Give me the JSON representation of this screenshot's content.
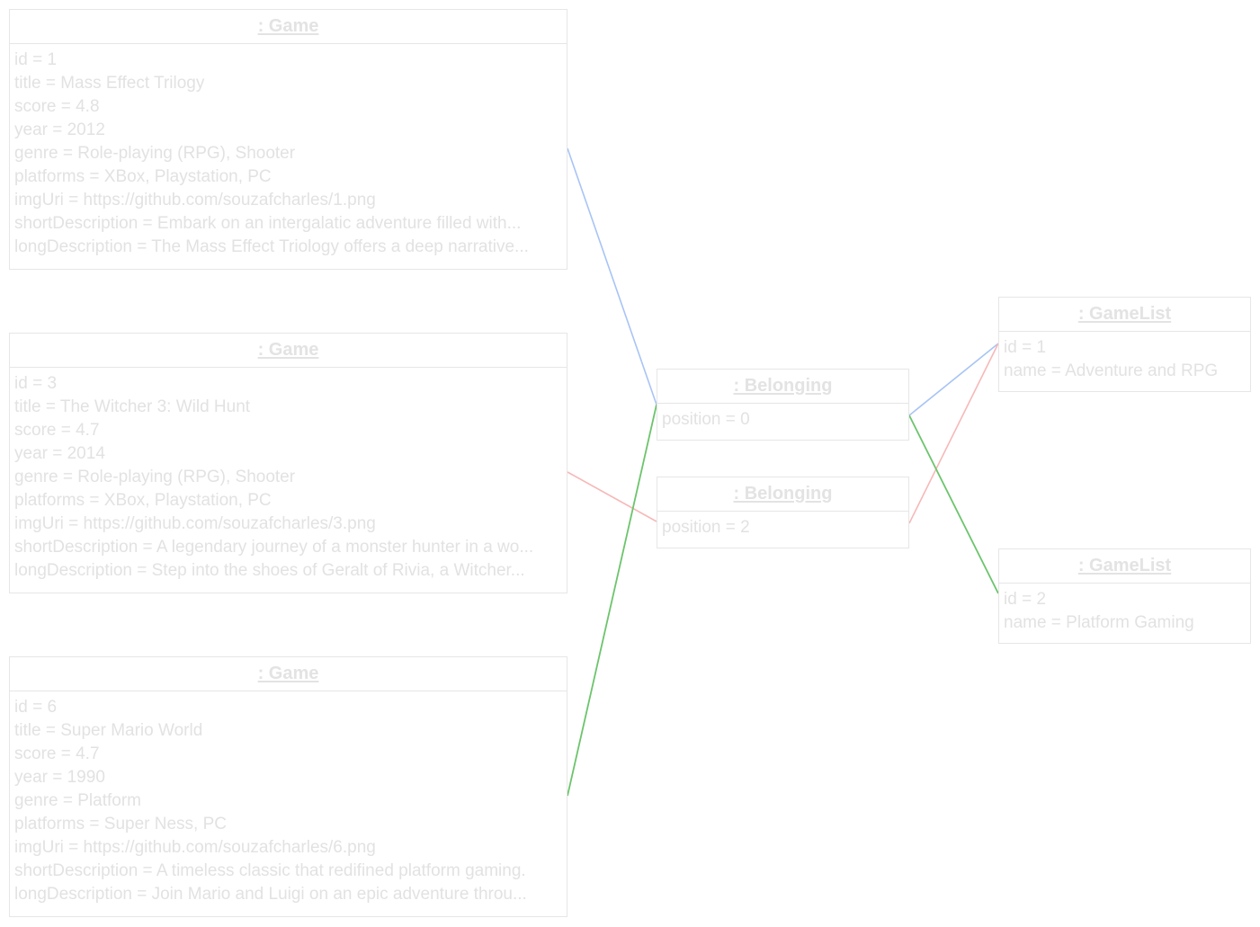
{
  "diagram": {
    "games": [
      {
        "title": ": Game",
        "attributes": [
          "id = 1",
          "title = Mass Effect Trilogy",
          "score = 4.8",
          "year = 2012",
          "genre = Role-playing (RPG), Shooter",
          "platforms = XBox, Playstation, PC",
          "imgUri = https://github.com/souzafcharles/1.png",
          "shortDescription = Embark on an intergalatic adventure filled with...",
          "longDescription = The Mass Effect Triology offers a deep narrative..."
        ]
      },
      {
        "title": ": Game",
        "attributes": [
          "id = 3",
          "title = The Witcher 3: Wild Hunt",
          "score = 4.7",
          "year = 2014",
          "genre = Role-playing (RPG), Shooter",
          "platforms = XBox, Playstation, PC",
          "imgUri = https://github.com/souzafcharles/3.png",
          "shortDescription = A legendary journey of a monster hunter in a wo...",
          "longDescription = Step into the shoes of Geralt of Rivia, a Witcher..."
        ]
      },
      {
        "title": ": Game",
        "attributes": [
          "id = 6",
          "title = Super Mario World",
          "score = 4.7",
          "year = 1990",
          "genre = Platform",
          "platforms = Super Ness, PC",
          "imgUri = https://github.com/souzafcharles/6.png",
          "shortDescription = A timeless classic that redifined platform gaming.",
          "longDescription = Join Mario and Luigi on an epic adventure throu..."
        ]
      }
    ],
    "belongings": [
      {
        "title": ": Belonging",
        "attributes": [
          "position = 0"
        ]
      },
      {
        "title": ": Belonging",
        "attributes": [
          "position = 2"
        ]
      }
    ],
    "gamelists": [
      {
        "title": ": GameList",
        "attributes": [
          "id = 1",
          "name =  Adventure and RPG"
        ]
      },
      {
        "title": ": GameList",
        "attributes": [
          "id = 2",
          "name =  Platform Gaming"
        ]
      }
    ],
    "colors": {
      "link_blue": "#a8c4f5",
      "link_red": "#f7b8b8",
      "link_green": "#6cc46c"
    }
  }
}
